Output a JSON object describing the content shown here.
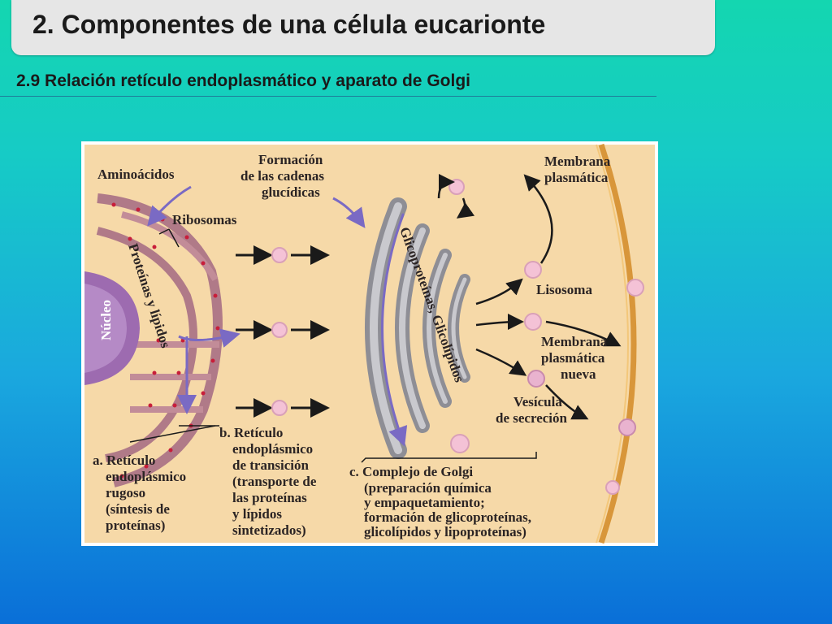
{
  "slide": {
    "title": "2. Componentes de una célula eucarionte",
    "subtitle": "2.9 Relación retículo endoplasmático y aparato de Golgi"
  },
  "figure": {
    "labels": {
      "aminoacidos": "Aminoácidos",
      "formacion_1": "Formación",
      "formacion_2": "de las cadenas",
      "formacion_3": "glucídicas",
      "ribosomas": "Ribosomas",
      "membrana_1": "Membrana",
      "membrana_2": "plasmática",
      "nucleo": "Núcleo",
      "proteinas": "Proteínas y lípidos",
      "glicoproteinas": "Glicoproteínas, Glicolípidos",
      "lisosoma": "Lisosoma",
      "memb_nueva_1": "Membrana",
      "memb_nueva_2": "plasmática",
      "memb_nueva_3": "nueva",
      "vesicula_1": "Vesícula",
      "vesicula_2": "de secreción",
      "b_1": "b. Retículo",
      "b_2": "endoplásmico",
      "b_3": "de transición",
      "b_4": "(transporte de",
      "b_5": "las proteínas",
      "b_6": "y lípidos",
      "b_7": "sintetizados)",
      "a_1": "a. Retículo",
      "a_2": "endoplásmico",
      "a_3": "rugoso",
      "a_4": "(síntesis de",
      "a_5": "proteínas)",
      "c_1": "c. Complejo de Golgi",
      "c_2": "(preparación química",
      "c_3": "y empaquetamiento;",
      "c_4": "formación de glicoproteínas,",
      "c_5": "glicolípidos y lipoproteínas)"
    },
    "colors": {
      "cytoplasm": "#f6d9a8",
      "er": "#b07a88",
      "nucleus": "#9d6bb0",
      "golgi": "#9a9aa0",
      "vesicle": "#f4c2d6",
      "membrane": "#d8963a",
      "arrow_purple": "#7a6ac4"
    }
  }
}
